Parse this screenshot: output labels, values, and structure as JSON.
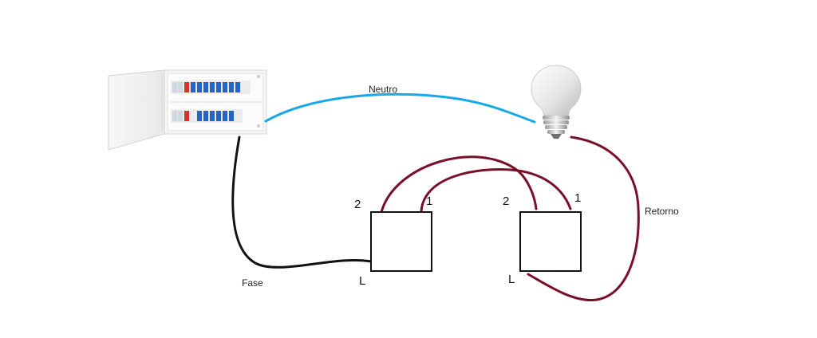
{
  "wires": {
    "neutral": {
      "label": "Neutro",
      "color": "#1aa7e8"
    },
    "phase": {
      "label": "Fase",
      "color": "#111111"
    },
    "return": {
      "label": "Retorno",
      "color": "#7a1027"
    },
    "traveler_color": "#7a1027"
  },
  "switch_left": {
    "terminal_2": "2",
    "terminal_1": "1",
    "terminal_l": "L"
  },
  "switch_right": {
    "terminal_2": "2",
    "terminal_1": "1",
    "terminal_l": "L"
  },
  "components": {
    "panel_icon": "breaker-panel-icon",
    "bulb_icon": "light-bulb-icon",
    "switch_icon": "switch-box"
  }
}
